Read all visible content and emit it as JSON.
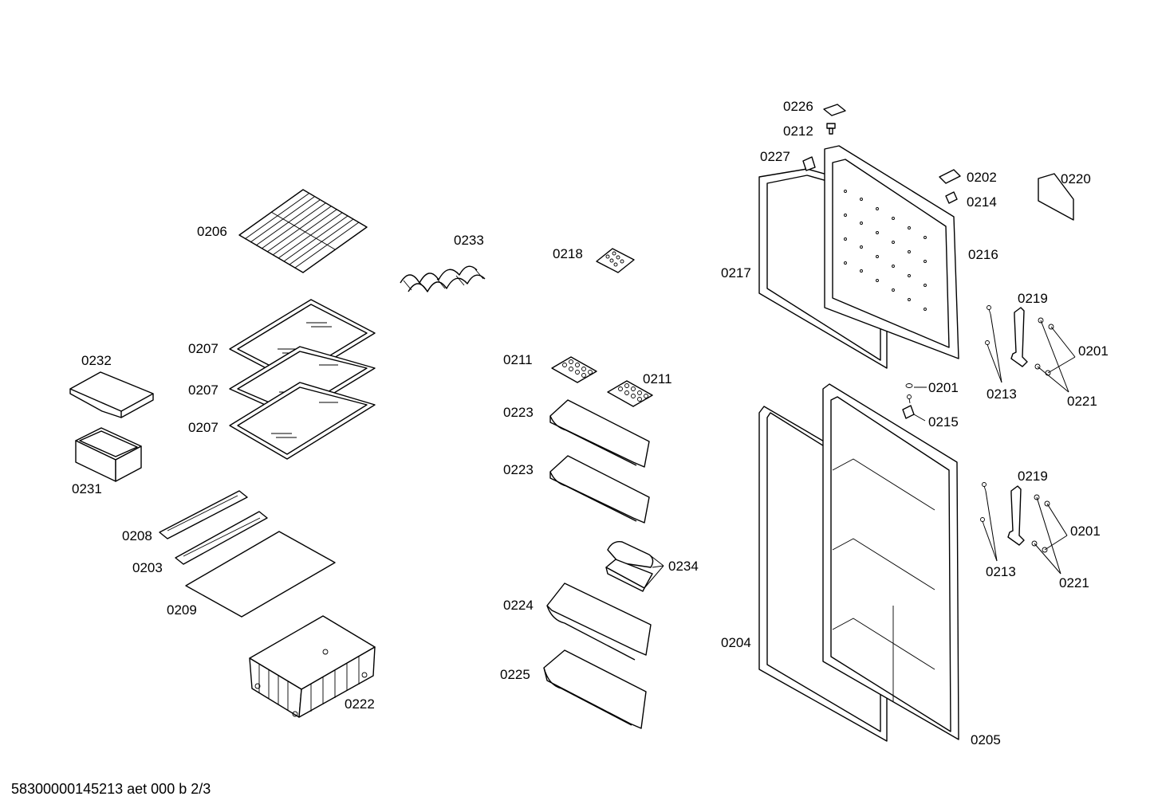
{
  "labels": {
    "l0226": "0226",
    "l0212": "0212",
    "l0227": "0227",
    "l0202": "0202",
    "l0214": "0214",
    "l0220": "0220",
    "l0216": "0216",
    "l0217": "0217",
    "l0219a": "0219",
    "l0201a": "0201",
    "l0213a": "0213",
    "l0221a": "0221",
    "l0201b": "0201",
    "l0215": "0215",
    "l0219b": "0219",
    "l0201c": "0201",
    "l0213b": "0213",
    "l0221b": "0221",
    "l0204": "0204",
    "l0205": "0205",
    "l0206": "0206",
    "l0233": "0233",
    "l0218": "0218",
    "l0207a": "0207",
    "l0207b": "0207",
    "l0207c": "0207",
    "l0232": "0232",
    "l0231": "0231",
    "l0208": "0208",
    "l0203": "0203",
    "l0209": "0209",
    "l0222": "0222",
    "l0211a": "0211",
    "l0211b": "0211",
    "l0223a": "0223",
    "l0223b": "0223",
    "l0234": "0234",
    "l0224": "0224",
    "l0225": "0225"
  },
  "footer": "58300000145213 aet 000 b 2/3"
}
